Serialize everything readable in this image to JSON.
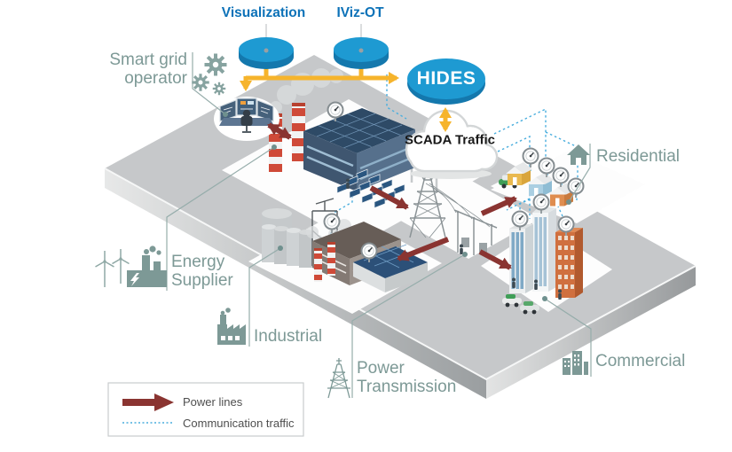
{
  "diagram": {
    "type": "isometric-smart-grid-network",
    "top_nodes": {
      "visualization": "Visualization",
      "iviz_ot": "IViz-OT",
      "hides": "HIDES",
      "scada_cloud": "SCADA Traffic"
    },
    "area_labels": {
      "smart_grid_operator_line1": "Smart grid",
      "smart_grid_operator_line2": "operator",
      "residential": "Residential",
      "energy_supplier_line1": "Energy",
      "energy_supplier_line2": "Supplier",
      "industrial": "Industrial",
      "power_transmission_line1": "Power",
      "power_transmission_line2": "Transmission",
      "commercial": "Commercial"
    },
    "legend": {
      "power_lines_label": "Power lines",
      "communication_label": "Communication traffic"
    },
    "power_flows": [
      "Smart grid operator <-> Energy Supplier",
      "Energy Supplier -> Power Transmission",
      "Power Transmission -> Residential",
      "Power Transmission -> Industrial",
      "Power Transmission -> Commercial"
    ],
    "data_flows": [
      "Visualization -> HIDES",
      "IViz-OT -> HIDES",
      "Visualization / IViz-OT -> Smart grid operator",
      "HIDES <-> SCADA Traffic",
      "SCADA Traffic <-> smart meters (Residential, Commercial, Industrial, Energy Supplier)"
    ],
    "icons": [
      "gears-icon",
      "house-icon",
      "wind-turbine-icon",
      "power-plant-icon",
      "factory-icon",
      "transmission-tower-icon",
      "commercial-buildings-icon",
      "smart-meter",
      "scada-cloud",
      "operator-workstation"
    ],
    "colors": {
      "node_blue": "#1e9ad2",
      "node_blue_dark": "#1478ad",
      "arrow_yellow": "#f6b42c",
      "power_line_red": "#8a3431",
      "communication_blue": "#4aaede",
      "label_teal": "#7d9996",
      "top_label_blue": "#0d72b8",
      "platform_gray": "#c6c8ca"
    }
  }
}
